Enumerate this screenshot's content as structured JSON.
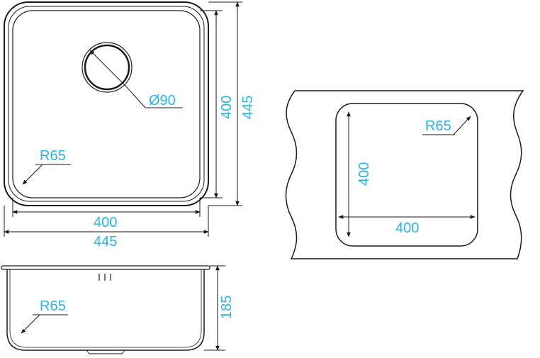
{
  "top_view": {
    "inner_width": "400",
    "outer_width": "445",
    "inner_height": "400",
    "outer_height": "445",
    "drain_diameter": "Ø90",
    "corner_radius": "R65"
  },
  "side_view": {
    "depth": "185",
    "corner_radius": "R65"
  },
  "cutout_view": {
    "width": "400",
    "height": "400",
    "corner_radius": "R65"
  },
  "colors": {
    "dimension_text": "#2bb6dd",
    "lines": "#1a1a1a"
  }
}
